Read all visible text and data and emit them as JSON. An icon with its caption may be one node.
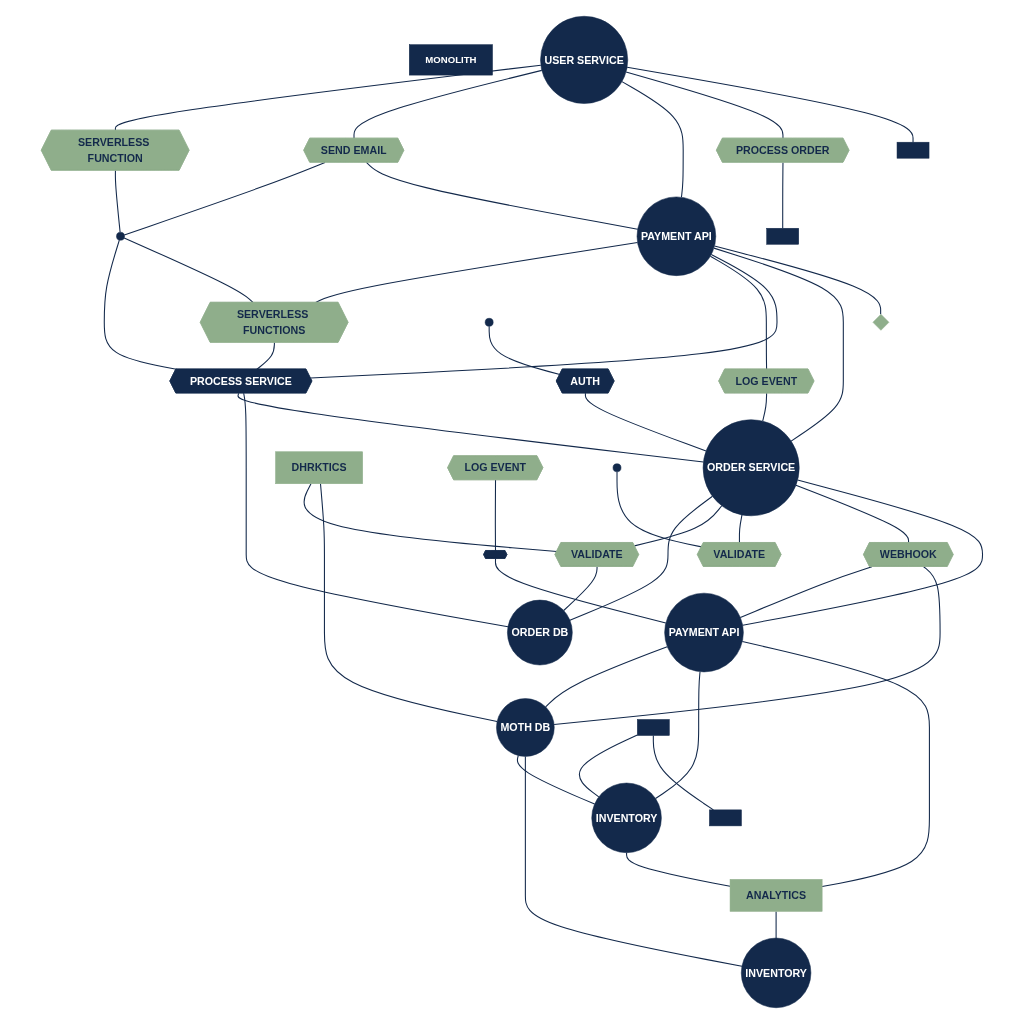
{
  "diagram": {
    "nodes": [
      {
        "text": [
          "MONOLITH"
        ]
      },
      {
        "text": [
          "USER SERVICE"
        ]
      },
      {
        "text": [
          "SERVERLESS FUNCTION"
        ]
      },
      {
        "text": [],
        "shape": "circle"
      },
      {
        "text": [
          "SEND EMAIL"
        ]
      },
      {
        "text": [
          "PROCESS ORDER"
        ]
      },
      {
        "text": [
          "PAYMENT API"
        ]
      },
      {
        "text": [
          "SERVERLESS FUNCTIONS"
        ]
      },
      {
        "text": [
          "LOG EVENT"
        ]
      },
      {
        "text": [
          "PROCESS SERVICE"
        ]
      },
      {
        "text": [
          "AUTH"
        ]
      },
      {
        "text": [
          "ORDER SERVICE"
        ]
      },
      {
        "text": [
          "ORDER DB"
        ]
      },
      {
        "text": [
          "VALIDATE"
        ]
      },
      {
        "text": [
          "VALIDATE"
        ]
      },
      {
        "text": [
          "WEBHOOK"
        ]
      },
      {
        "text": [
          "DHRKTICS"
        ]
      },
      {
        "text": [
          "LOG EVENT"
        ]
      },
      {
        "text": [
          "PAYMENT API"
        ]
      },
      {
        "text": [
          "MOTH DB"
        ]
      },
      {
        "text": [
          "INVENTORY"
        ]
      },
      {
        "text": [
          "INVENTORY"
        ]
      },
      {
        "text": [
          "ANALYTICS"
        ]
      },
      {
        "text": [],
        "shape": "box"
      },
      {
        "text": [],
        "shape": "box"
      },
      {
        "text": [],
        "shape": "diamond"
      },
      {
        "text": [],
        "shape": "circle"
      },
      {
        "text": [],
        "shape": "circle"
      },
      {
        "text": [],
        "shape": "hexagon"
      },
      {
        "text": [],
        "shape": "box"
      },
      {
        "text": [],
        "shape": "box"
      }
    ],
    "edges": [
      {
        "from": 1,
        "to": 2,
        "arrow": "none"
      },
      {
        "from": 1,
        "to": 4,
        "arrow": "none"
      },
      {
        "from": 1,
        "to": 6,
        "arrow": "none"
      },
      {
        "from": 1,
        "to": 5,
        "arrow": "none"
      },
      {
        "from": 1,
        "to": 23,
        "arrow": "none"
      },
      {
        "from": 2,
        "to": 3,
        "arrow": "none"
      },
      {
        "from": 4,
        "to": 3,
        "arrow": "none"
      },
      {
        "from": 4,
        "to": 6,
        "arrow": "none"
      },
      {
        "from": 3,
        "to": 9,
        "arrow": "none"
      },
      {
        "from": 3,
        "to": 7,
        "arrow": "none"
      },
      {
        "from": 6,
        "to": 7,
        "arrow": "none"
      },
      {
        "from": 6,
        "to": 8,
        "arrow": "none"
      },
      {
        "from": 6,
        "to": 9,
        "arrow": "none"
      },
      {
        "from": 6,
        "to": 11,
        "arrow": "none"
      },
      {
        "from": 6,
        "to": 25,
        "arrow": "none"
      },
      {
        "from": 5,
        "to": 24,
        "arrow": "none"
      },
      {
        "from": 8,
        "to": 11,
        "arrow": "none"
      },
      {
        "from": 9,
        "to": 11,
        "arrow": "none"
      },
      {
        "from": 9,
        "to": 12,
        "arrow": "none"
      },
      {
        "from": 7,
        "to": 9,
        "arrow": "none"
      },
      {
        "from": 10,
        "to": 11,
        "arrow": "none"
      },
      {
        "from": 26,
        "to": 10,
        "arrow": "none"
      },
      {
        "from": 11,
        "to": 12,
        "arrow": "none"
      },
      {
        "from": 11,
        "to": 13,
        "arrow": "none"
      },
      {
        "from": 11,
        "to": 14,
        "arrow": "none"
      },
      {
        "from": 11,
        "to": 15,
        "arrow": "none"
      },
      {
        "from": 11,
        "to": 18,
        "arrow": "none"
      },
      {
        "from": 13,
        "to": 12,
        "arrow": "none"
      },
      {
        "from": 16,
        "to": 13,
        "arrow": "none"
      },
      {
        "from": 27,
        "to": 14,
        "arrow": "none"
      },
      {
        "from": 28,
        "to": 18,
        "arrow": "none"
      },
      {
        "from": 17,
        "to": 28,
        "arrow": "none"
      },
      {
        "from": 15,
        "to": 18,
        "arrow": "none"
      },
      {
        "from": 15,
        "to": 19,
        "arrow": "none"
      },
      {
        "from": 18,
        "to": 19,
        "arrow": "none"
      },
      {
        "from": 18,
        "to": 20,
        "arrow": "none"
      },
      {
        "from": 18,
        "to": 22,
        "arrow": "none"
      },
      {
        "from": 16,
        "to": 19,
        "arrow": "none"
      },
      {
        "from": 19,
        "to": 20,
        "arrow": "none"
      },
      {
        "from": 19,
        "to": 21,
        "arrow": "none"
      },
      {
        "from": 20,
        "to": 22,
        "arrow": "none"
      },
      {
        "from": 22,
        "to": 21,
        "arrow": "none"
      },
      {
        "from": 29,
        "to": 20,
        "arrow": "none"
      },
      {
        "from": 29,
        "to": 30,
        "arrow": "none"
      }
    ]
  }
}
